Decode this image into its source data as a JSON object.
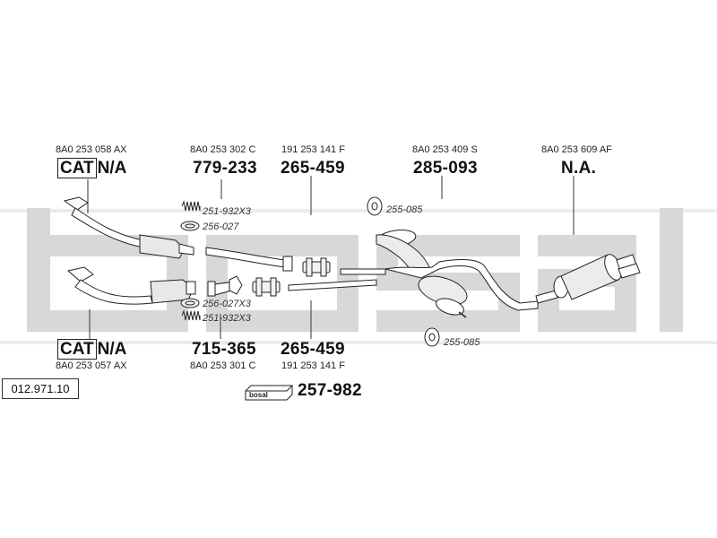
{
  "diagram_ref": "012.971.10",
  "watermark": "bosal",
  "upper": {
    "cat_code": "8A0 253 058 AX",
    "cat_label": "CAT",
    "cat_value": "N/A",
    "pipe1_code": "8A0 253 302 C",
    "pipe1_part": "779-233",
    "pipe2_code": "191 253 141 F",
    "pipe2_part": "265-459",
    "mid_code": "8A0 253 409 S",
    "mid_part": "285-093",
    "rear_code": "8A0 253 609 AF",
    "rear_part": "N.A."
  },
  "lower": {
    "cat_code": "8A0 253 057 AX",
    "cat_label": "CAT",
    "cat_value": "N/A",
    "pipe1_code": "8A0 253 301 C",
    "pipe1_part": "715-365",
    "pipe2_code": "191 253 141 F",
    "pipe2_part": "265-459"
  },
  "accessories": {
    "spring_top": "251-932X3",
    "gasket_top": "256-027",
    "gasket_bottom": "256-027X3",
    "spring_bottom": "251-932X3",
    "hanger_top": "255-085",
    "hanger_bottom": "255-085",
    "mount_kit_brand": "bosal",
    "mount_kit": "257-982"
  }
}
